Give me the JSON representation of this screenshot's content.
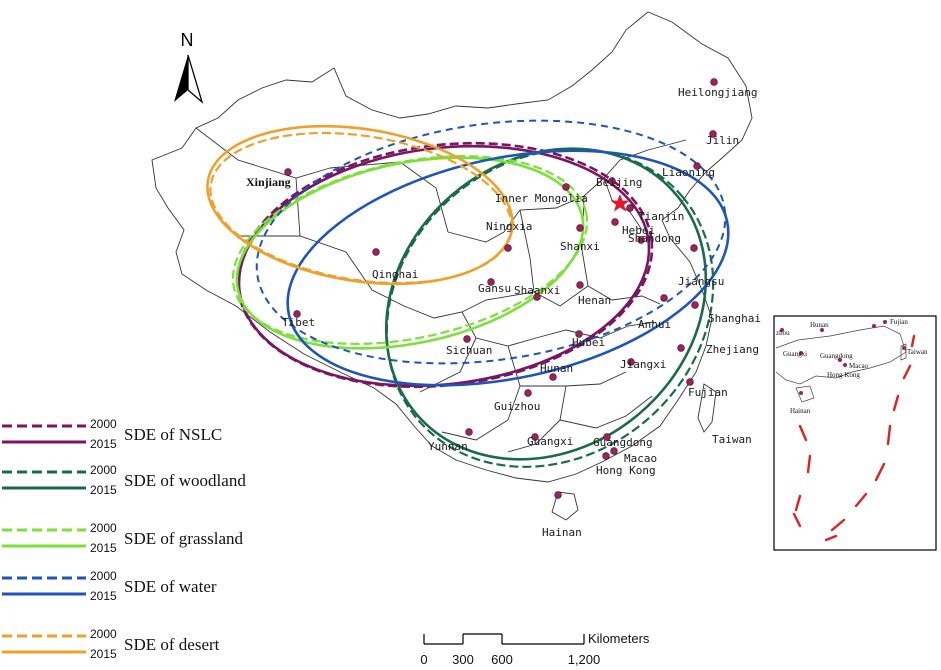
{
  "north_label": "N",
  "provinces": [
    {
      "name": "Heilongjiang"
    },
    {
      "name": "Jilin"
    },
    {
      "name": "Liaoning"
    },
    {
      "name": "Beijing"
    },
    {
      "name": "Tianjin"
    },
    {
      "name": "Hebei"
    },
    {
      "name": "Shandong"
    },
    {
      "name": "Inner Mongolia"
    },
    {
      "name": "Xinjiang"
    },
    {
      "name": "Ningxia"
    },
    {
      "name": "Shanxi"
    },
    {
      "name": "Qinghai"
    },
    {
      "name": "Gansu"
    },
    {
      "name": "Shaanxi"
    },
    {
      "name": "Henan"
    },
    {
      "name": "Jiangsu"
    },
    {
      "name": "Tibet"
    },
    {
      "name": "Shanghai"
    },
    {
      "name": "Anhui"
    },
    {
      "name": "Zhejiang"
    },
    {
      "name": "Sichuan"
    },
    {
      "name": "Hubei"
    },
    {
      "name": "Jiangxi"
    },
    {
      "name": "Fujian"
    },
    {
      "name": "Hunan"
    },
    {
      "name": "Guizhou"
    },
    {
      "name": "Taiwan"
    },
    {
      "name": "Yunnan"
    },
    {
      "name": "Guangxi"
    },
    {
      "name": "Guangdong"
    },
    {
      "name": "Macao"
    },
    {
      "name": "Hong Kong"
    },
    {
      "name": "Hainan"
    }
  ],
  "inset_labels": [
    "zhou",
    "Hunan",
    "Fujian",
    "Guangxi",
    "Guangdong",
    "Taiwan",
    "Macao",
    "Hong Kong",
    "Hainan"
  ],
  "legend": [
    {
      "label": "SDE of NSLC",
      "year_dashed": "2000",
      "year_solid": "2015",
      "color": "#7a1660"
    },
    {
      "label": "SDE of woodland",
      "year_dashed": "2000",
      "year_solid": "2015",
      "color": "#1a6b48"
    },
    {
      "label": "SDE of grassland",
      "year_dashed": "2000",
      "year_solid": "2015",
      "color": "#7ce03a"
    },
    {
      "label": "SDE of water",
      "year_dashed": "2000",
      "year_solid": "2015",
      "color": "#1d56b8"
    },
    {
      "label": "SDE of desert",
      "year_dashed": "2000",
      "year_solid": "2015",
      "color": "#eea12a"
    }
  ],
  "scale_bar": {
    "unit": "Kilometers",
    "ticks": [
      "0",
      "300",
      "600",
      "1,200"
    ]
  },
  "colors": {
    "dot": "#a0205e",
    "capital_star": "#e8142a",
    "border": "#333333"
  }
}
